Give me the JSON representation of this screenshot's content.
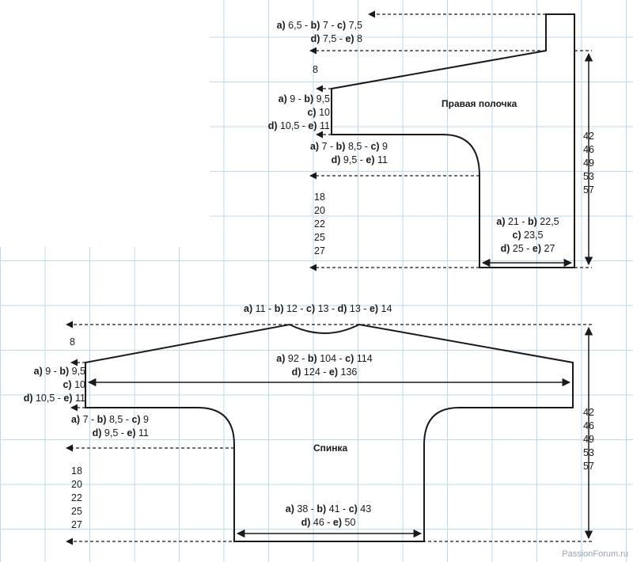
{
  "front": {
    "title": "Правая полочка",
    "shoulder_top": [
      "a) 6,5 - b) 7 - c) 7,5",
      "d) 7,5 - e) 8"
    ],
    "slope": "8",
    "armhole": [
      "a) 9 - b) 9,5",
      "c) 10",
      "d) 10,5 - e) 11"
    ],
    "sleeve_curve": [
      "a) 7 - b) 8,5 - c) 9",
      "d) 9,5 - e) 11"
    ],
    "side_height": [
      "18",
      "20",
      "22",
      "25",
      "27"
    ],
    "width": [
      "a) 21 - b) 22,5",
      "c) 23,5",
      "d) 25 - e) 27"
    ],
    "total_height": [
      "42",
      "46",
      "49",
      "53",
      "57"
    ]
  },
  "back": {
    "title": "Спинка",
    "neck": "a) 11 - b) 12 - c) 13 - d) 13 - e) 14",
    "slope": "8",
    "span": [
      "a) 92 - b) 104 - c) 114",
      "d) 124 - e) 136"
    ],
    "armhole": [
      "a) 9 - b) 9,5",
      "c) 10",
      "d) 10,5 - e) 11"
    ],
    "sleeve_curve": [
      "a) 7 - b) 8,5 - c) 9",
      "d) 9,5 - e) 11"
    ],
    "side_height": [
      "18",
      "20",
      "22",
      "25",
      "27"
    ],
    "width": [
      "a) 38 - b) 41 - c) 43",
      "d) 46 - e) 50"
    ],
    "total_height": [
      "42",
      "46",
      "49",
      "53",
      "57"
    ]
  },
  "watermark": "PassionForum.ru"
}
